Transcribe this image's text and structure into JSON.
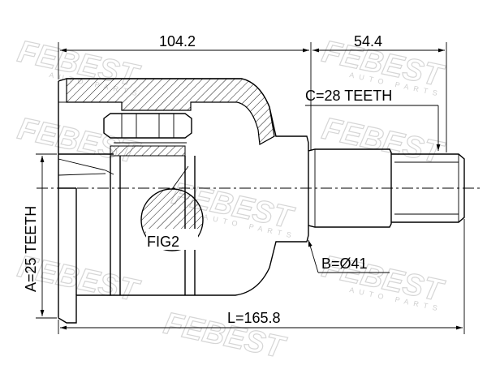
{
  "dimensions": {
    "cup_length": "104.2",
    "shaft_length": "54.4",
    "total_length": "L=165.8",
    "outer_spline": "C=28 TEETH",
    "inner_spline": "A=25 TEETH",
    "shaft_diameter": "B=Ø41",
    "detail_ref": "FIG2"
  },
  "watermark": {
    "brand": "FEBEST",
    "sub": "AUTO PARTS"
  }
}
